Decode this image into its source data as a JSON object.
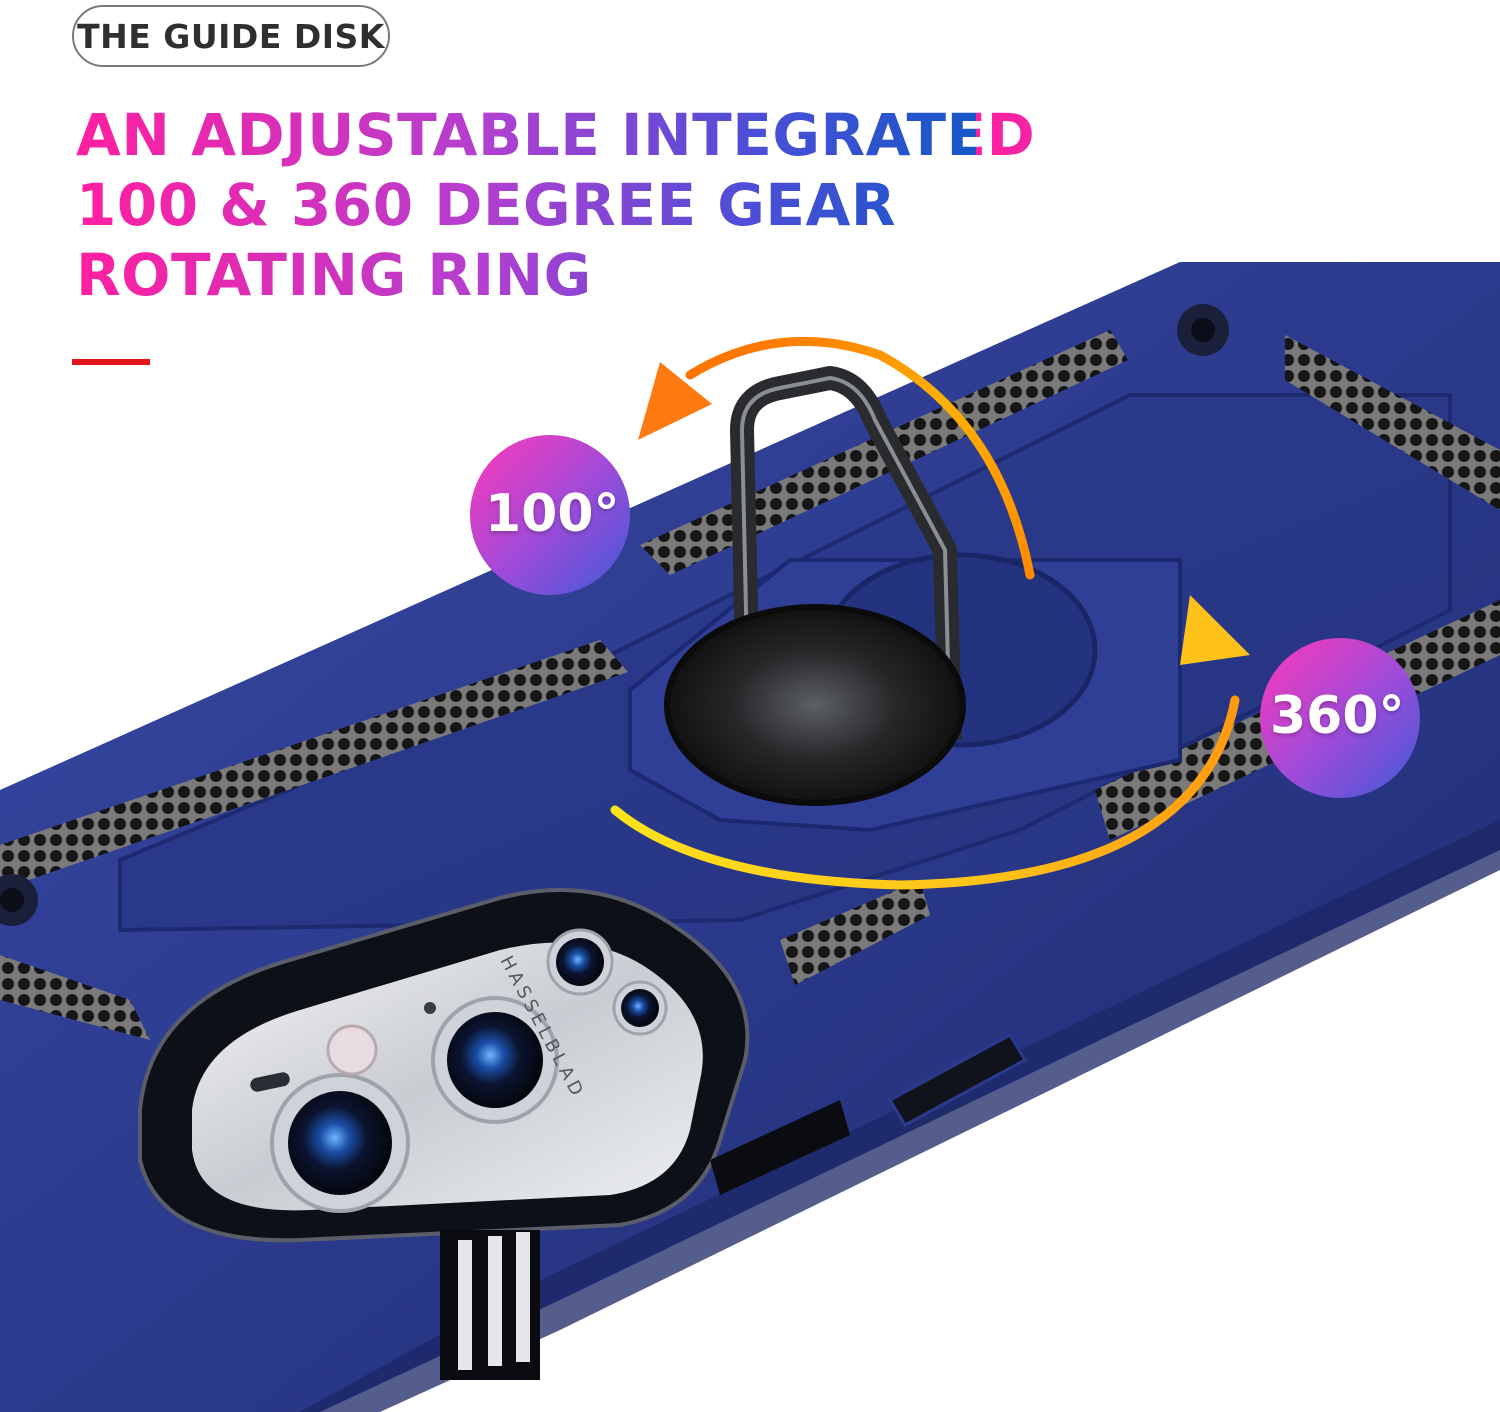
{
  "badge": {
    "label": "THE GUIDE DISK"
  },
  "headline": {
    "line1": "AN ADJUSTABLE INTEGRATED",
    "line2": "100 & 360 DEGREE GEAR",
    "line3": "ROTATING RING"
  },
  "angles": {
    "tilt": "100°",
    "rotate": "360°"
  },
  "lens_brand": "HASSELBLAD",
  "colors": {
    "case_blue": "#2b3a8c",
    "accent_red": "#e3141b",
    "headline_start": "#ff1fa0",
    "headline_end": "#1557c8",
    "arrow_orange": "#ff7a10",
    "arrow_yellow": "#ffd21a"
  }
}
